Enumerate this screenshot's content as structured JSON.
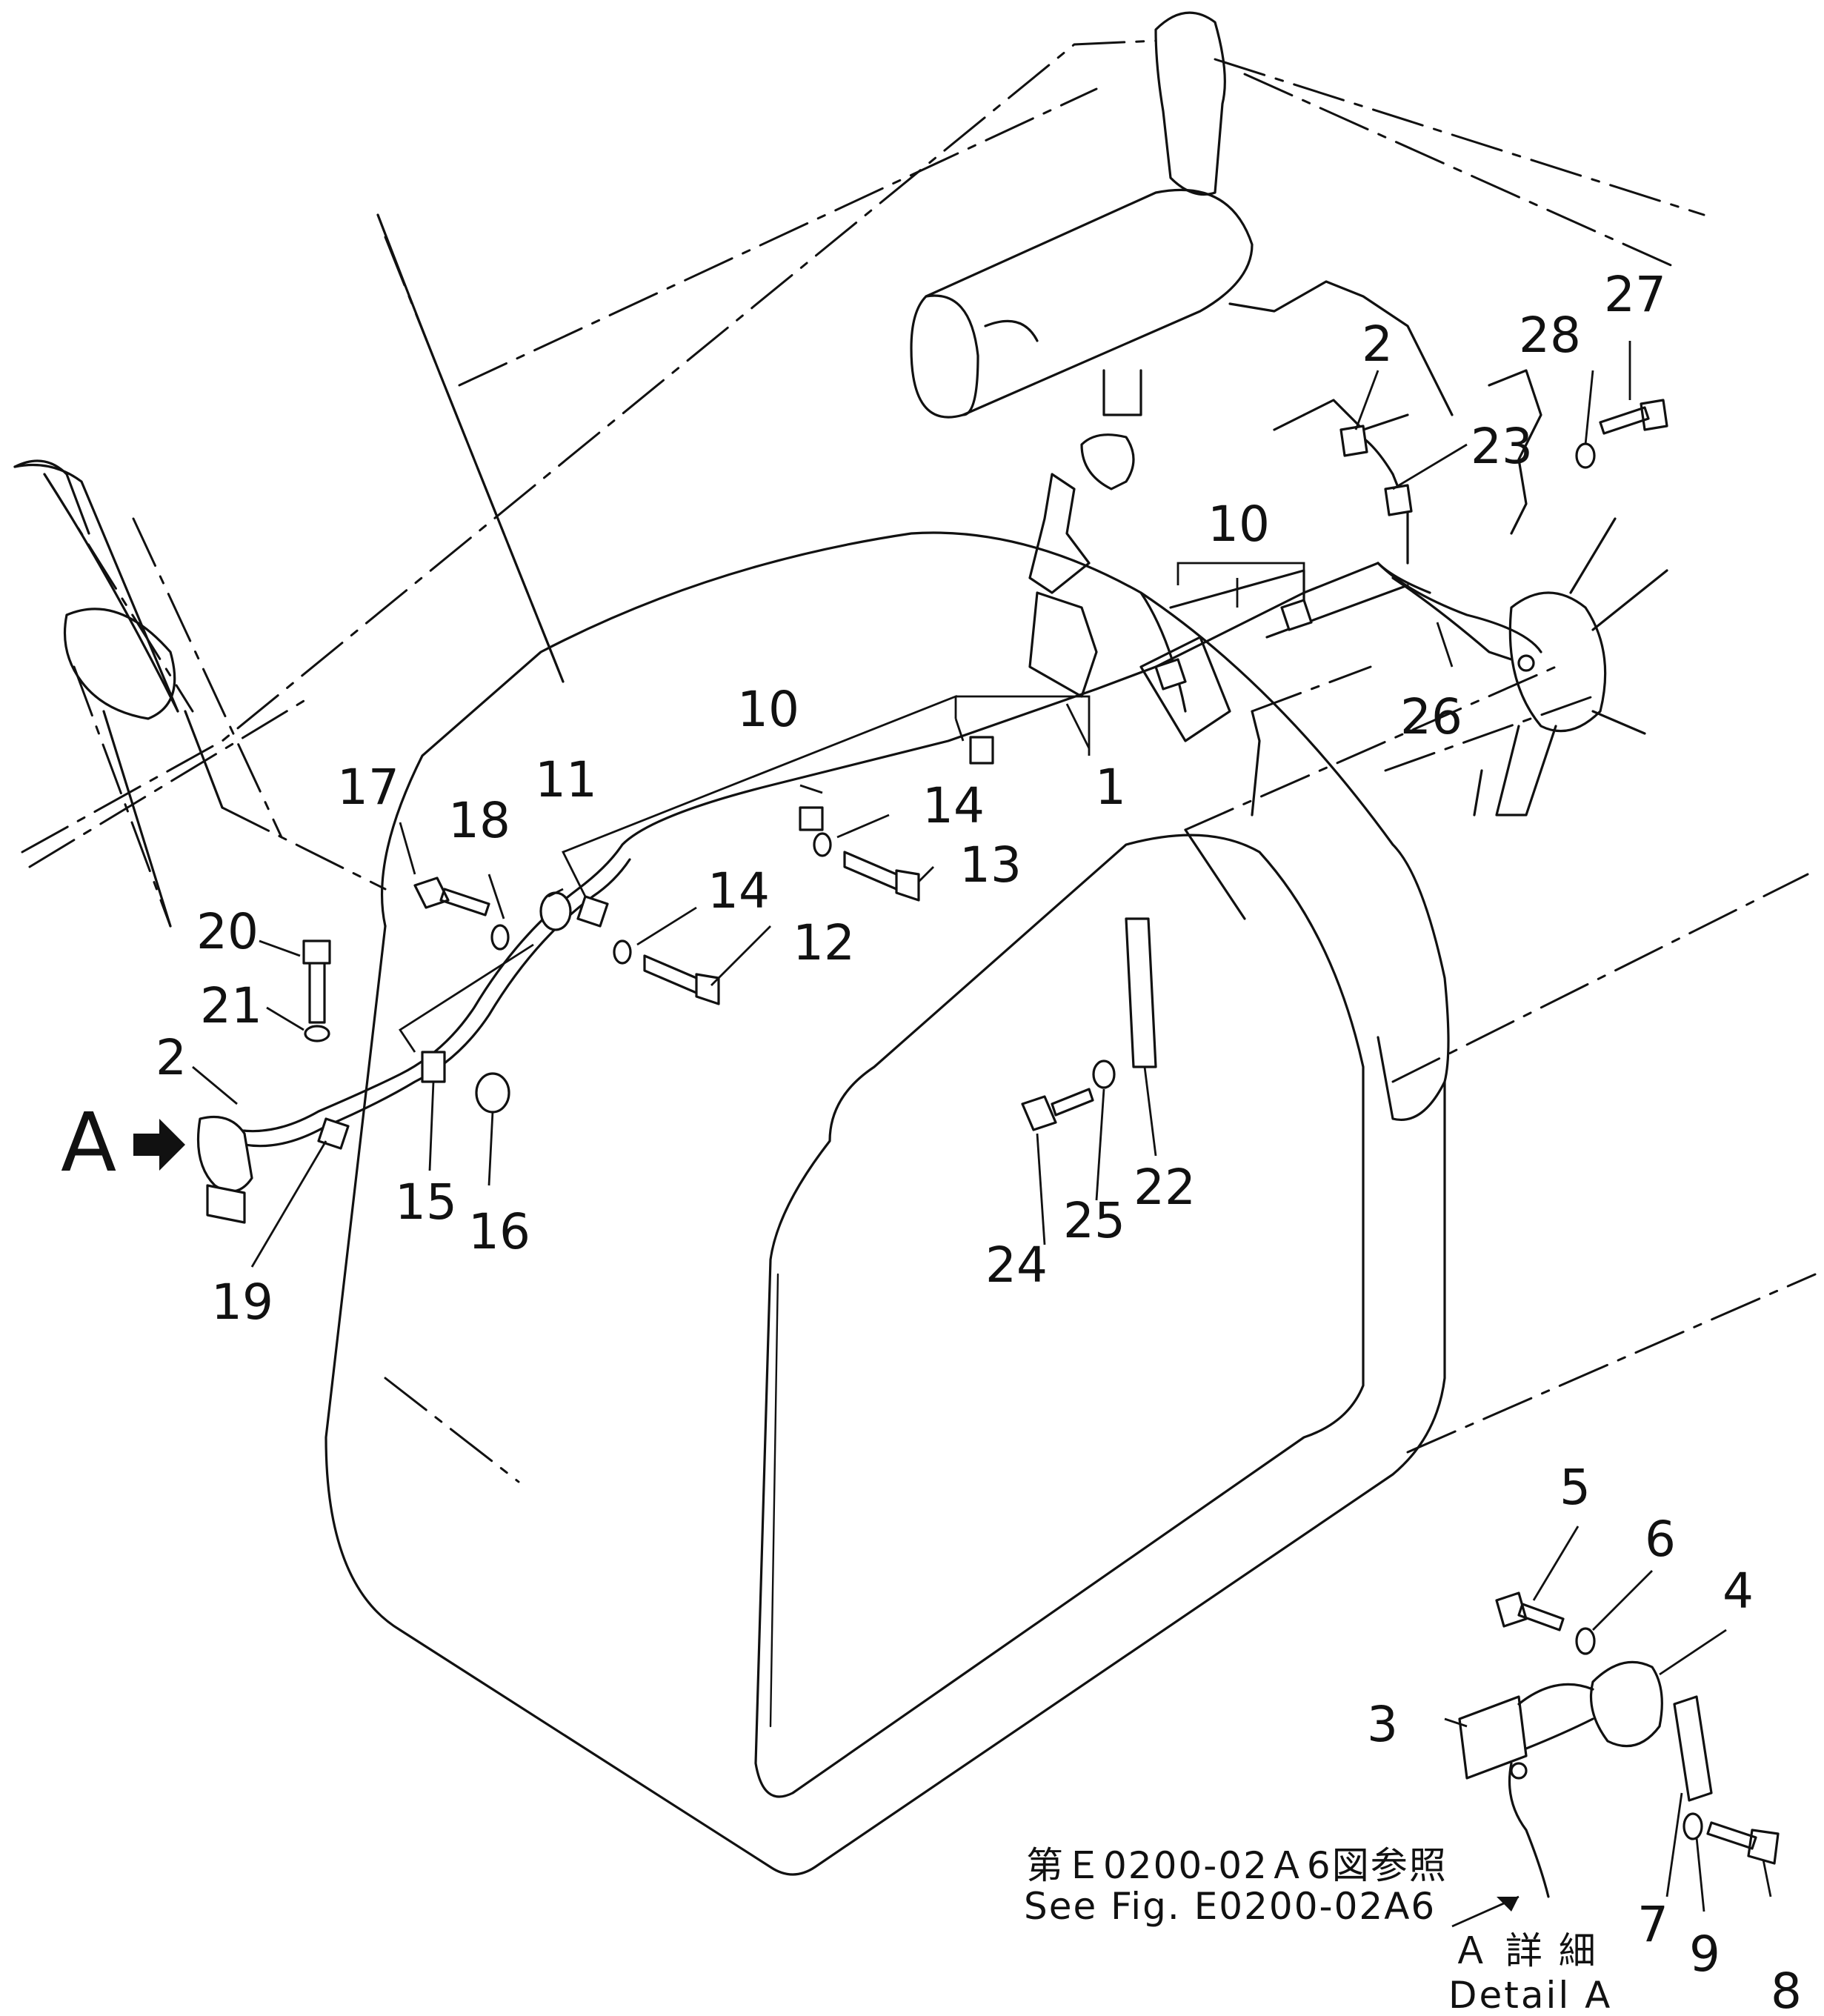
{
  "callouts": [
    {
      "id": "c1",
      "text": "1"
    },
    {
      "id": "c2a",
      "text": "2"
    },
    {
      "id": "c2b",
      "text": "2"
    },
    {
      "id": "c3",
      "text": "3"
    },
    {
      "id": "c4",
      "text": "4"
    },
    {
      "id": "c5",
      "text": "5"
    },
    {
      "id": "c6",
      "text": "6"
    },
    {
      "id": "c7",
      "text": "7"
    },
    {
      "id": "c8",
      "text": "8"
    },
    {
      "id": "c9",
      "text": "9"
    },
    {
      "id": "c10a",
      "text": "10"
    },
    {
      "id": "c10b",
      "text": "10"
    },
    {
      "id": "c11",
      "text": "11"
    },
    {
      "id": "c12",
      "text": "12"
    },
    {
      "id": "c13",
      "text": "13"
    },
    {
      "id": "c14a",
      "text": "14"
    },
    {
      "id": "c14b",
      "text": "14"
    },
    {
      "id": "c15",
      "text": "15"
    },
    {
      "id": "c16",
      "text": "16"
    },
    {
      "id": "c17",
      "text": "17"
    },
    {
      "id": "c18",
      "text": "18"
    },
    {
      "id": "c19",
      "text": "19"
    },
    {
      "id": "c20",
      "text": "20"
    },
    {
      "id": "c21",
      "text": "21"
    },
    {
      "id": "c22",
      "text": "22"
    },
    {
      "id": "c23",
      "text": "23"
    },
    {
      "id": "c24",
      "text": "24"
    },
    {
      "id": "c25",
      "text": "25"
    },
    {
      "id": "c26",
      "text": "26"
    },
    {
      "id": "c27",
      "text": "27"
    },
    {
      "id": "c28",
      "text": "28"
    }
  ],
  "view_marker": "A",
  "reference_note": {
    "japanese": "第Ｅ0200-02Ａ6図参照",
    "english": "See  Fig.  E0200-02A6"
  },
  "detail_label": {
    "japanese": "Ａ 詳 細",
    "english": "Detail A"
  }
}
